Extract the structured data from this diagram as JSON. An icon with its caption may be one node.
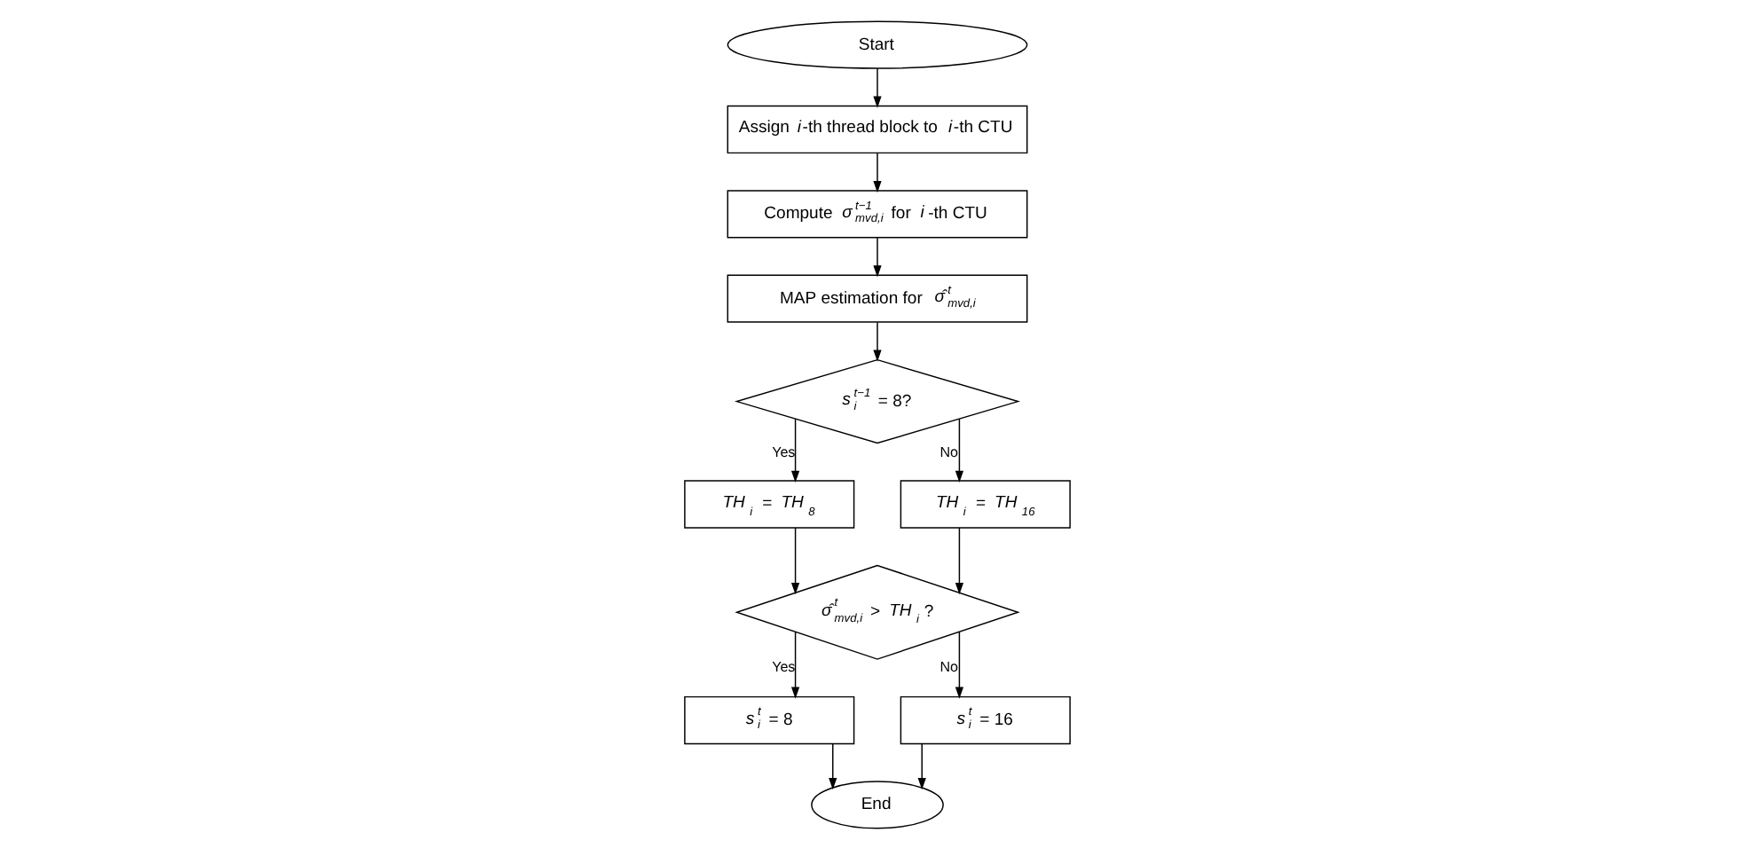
{
  "diagram": {
    "nodes": [
      {
        "text": [
          "Start"
        ]
      },
      {
        "text": [
          "Assign *i*-th thread block to *i*-th CTU"
        ]
      },
      {
        "text": [
          "Compute *σ*$^{t−1}$$_{mvd,i}$ for *i*-th CTU"
        ]
      },
      {
        "text": [
          "MAP estimation for *σ̂*$^{t}$$_{mvd,i}$"
        ]
      },
      {
        "text": [
          "*s*$^{t−1}$$_{i}$ = 8?"
        ]
      },
      {
        "text": [
          "*TH*$_{i}$ = *TH*$_{8}$"
        ]
      },
      {
        "text": [
          "*TH*$_{i}$ = *TH*$_{16}$"
        ]
      },
      {
        "text": [
          "*σ̂*$^{t}$$_{mvd,i}$ > *TH*$_{i}$?"
        ]
      },
      {
        "text": [
          "*s*$^{t}$$_{i}$ = 8"
        ]
      },
      {
        "text": [
          "*s*$^{t}$$_{i}$ = 16"
        ]
      },
      {
        "text": [
          "End"
        ]
      }
    ],
    "edges": [
      {
        "from": 0,
        "to": 1,
        "arrow": "to"
      },
      {
        "from": 1,
        "to": 2,
        "arrow": "to"
      },
      {
        "from": 2,
        "to": 3,
        "arrow": "to"
      },
      {
        "from": 3,
        "to": 4,
        "arrow": "to"
      },
      {
        "from": 4,
        "to": 5,
        "arrow": "to",
        "label": "Yes"
      },
      {
        "from": 4,
        "to": 6,
        "arrow": "to",
        "label": "No"
      },
      {
        "from": 5,
        "to": 7,
        "arrow": "to"
      },
      {
        "from": 6,
        "to": 7,
        "arrow": "to"
      },
      {
        "from": 7,
        "to": 8,
        "arrow": "to",
        "label": "Yes"
      },
      {
        "from": 7,
        "to": 9,
        "arrow": "to",
        "label": "No"
      },
      {
        "from": 8,
        "to": 10,
        "arrow": "to"
      },
      {
        "from": 9,
        "to": 10,
        "arrow": "to"
      }
    ]
  }
}
